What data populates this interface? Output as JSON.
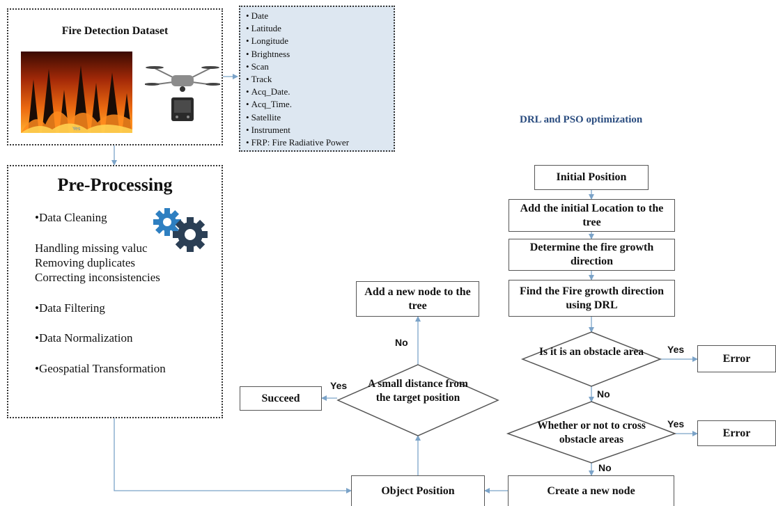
{
  "dataset": {
    "title": "Fire Detection Dataset",
    "caption": "Yes"
  },
  "attributes": [
    "Date",
    "Latitude",
    "Longitude",
    "Brightness",
    "Scan",
    "Track",
    "Acq_Date.",
    "Acq_Time.",
    "Satellite",
    "Instrument",
    "FRP: Fire Radiative Power"
  ],
  "preprocessing": {
    "title": "Pre-Processing",
    "data_cleaning": "•Data Cleaning",
    "sub_items": [
      "Handling missing valuc",
      "Removing duplicates",
      "Correcting inconsistencies"
    ],
    "data_filtering": "•Data Filtering",
    "data_normalization": "•Data Normalization",
    "geospatial": "•Geospatial Transformation"
  },
  "flowchart": {
    "title": "DRL and PSO optimization",
    "initial_position": "Initial Position",
    "add_initial_location": "Add the initial Location to the tree",
    "determine_direction": "Determine the fire growth direction",
    "find_direction_drl": "Find the Fire growth direction using DRL",
    "is_obstacle": "Is it is an obstacle area",
    "cross_obstacle": "Whether or not to cross obstacle areas",
    "error_1": "Error",
    "error_2": "Error",
    "create_node": "Create a new node",
    "object_position": "Object Position",
    "small_distance": "A small distance from the target position",
    "succeed": "Succeed",
    "add_new_node": "Add a new node to the tree",
    "yes_1": "Yes",
    "yes_2": "Yes",
    "yes_3": "Yes",
    "no_1": "No",
    "no_2": "No",
    "no_3": "No"
  },
  "colors": {
    "arrow": "#7ba3c8",
    "attributes_bg": "#dde7f1",
    "title_blue": "#2a4c7f",
    "gear_blue": "#2e7fc1",
    "gear_dark": "#2b3f55"
  }
}
